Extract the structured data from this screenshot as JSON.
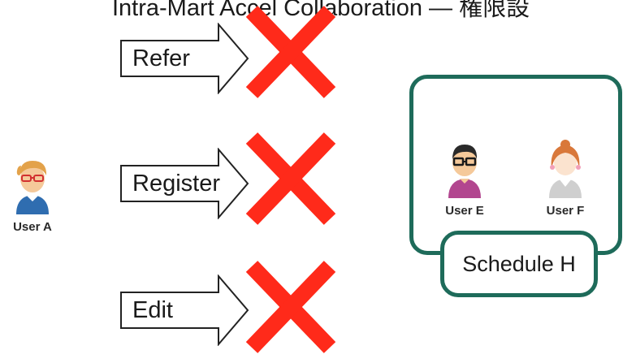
{
  "title": "Intra-Mart Accel Collaboration — 権限設",
  "actions": [
    {
      "label": "Refer",
      "allowed": false
    },
    {
      "label": "Register",
      "allowed": false
    },
    {
      "label": "Edit",
      "allowed": false
    }
  ],
  "users": {
    "user_a": "User A",
    "user_e": "User E",
    "user_f": "User F"
  },
  "schedule": {
    "label": "Schedule H"
  },
  "colors": {
    "cross": "#ff2a1a",
    "frame": "#1e6b5a"
  },
  "icons": [
    "right-arrow-icon",
    "deny-cross-icon",
    "user-avatar-icon"
  ]
}
